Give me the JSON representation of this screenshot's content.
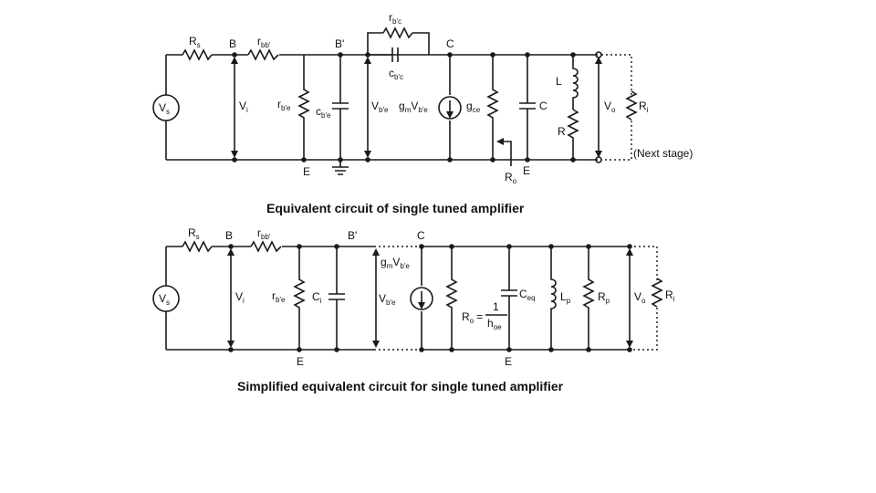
{
  "diagram1": {
    "caption": "Equivalent circuit of single tuned amplifier",
    "nodes": {
      "b": "B",
      "b_prime": "B'",
      "c": "C",
      "e_left": "E",
      "e_right": "E"
    },
    "labels": {
      "rs_main": "R",
      "rs_sub": "s",
      "rbb_main": "r",
      "rbb_sub": "bb'",
      "rbc_main": "r",
      "rbc_sub": "b'c",
      "cbc_main": "c",
      "cbc_sub": "b'c",
      "vs_main": "V",
      "vs_sub": "s",
      "vi_main": "V",
      "vi_sub": "i",
      "rbe_main": "r",
      "rbe_sub": "b'e",
      "cbe_main": "c",
      "cbe_sub": "b'e",
      "vbe_main": "V",
      "vbe_sub": "b'e",
      "gm_main": "g",
      "gm_sub": "m",
      "gm_v": "V",
      "gm_v_sub": "b'e",
      "gce_main": "g",
      "gce_sub": "ce",
      "c_label": "C",
      "l_label": "L",
      "r_label": "R",
      "vo_main": "V",
      "vo_sub": "o",
      "ri_main": "R",
      "ri_sub": "i",
      "ro_main": "R",
      "ro_sub": "o",
      "next_stage": "(Next stage)"
    }
  },
  "diagram2": {
    "caption": "Simplified equivalent circuit for single tuned amplifier",
    "nodes": {
      "b": "B",
      "b_prime": "B'",
      "c": "C",
      "e_left": "E",
      "e_right": "E"
    },
    "labels": {
      "rs_main": "R",
      "rs_sub": "s",
      "rbb_main": "r",
      "rbb_sub": "bb'",
      "vs_main": "V",
      "vs_sub": "s",
      "vi_main": "V",
      "vi_sub": "i",
      "rbe_main": "r",
      "rbe_sub": "b'e",
      "ci_main": "C",
      "ci_sub": "i",
      "vbe_main": "V",
      "vbe_sub": "b'e",
      "gm_main": "g",
      "gm_sub": "m",
      "gm_v": "V",
      "gm_v_sub": "b'e",
      "ro_main": "R",
      "ro_sub": "o",
      "ro_eq": "=",
      "frac_num": "1",
      "frac_den_main": "h",
      "frac_den_sub": "oe",
      "ceq_main": "C",
      "ceq_sub": "eq",
      "lp_main": "L",
      "lp_sub": "p",
      "rp_main": "R",
      "rp_sub": "p",
      "vo_main": "V",
      "vo_sub": "o",
      "ri_main": "R",
      "ri_sub": "i"
    }
  }
}
